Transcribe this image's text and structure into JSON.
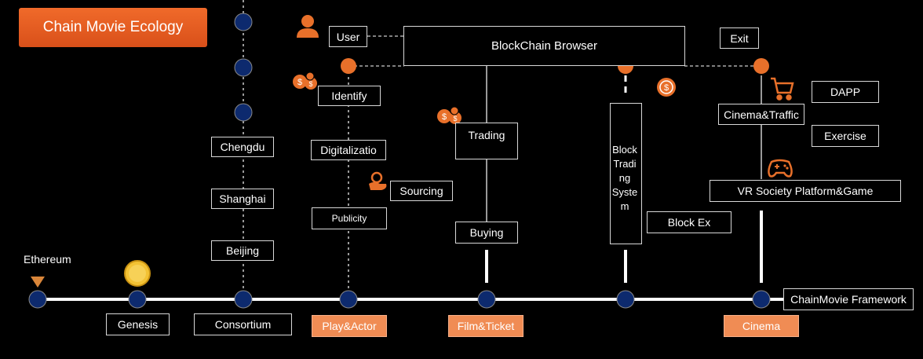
{
  "title": "Chain Movie Ecology",
  "colors": {
    "accent": "#f08c54",
    "node_fill": "#0d2a6e",
    "orange_node": "#e8702a",
    "coin": "#f3c234"
  },
  "timeline": {
    "left_label": "Ethereum",
    "right_label": "ChainMovie Framework",
    "milestones": [
      "Genesis",
      "Consortium",
      "Play&Actor",
      "Film&Ticket",
      "Cinema"
    ]
  },
  "cities": [
    "Chengdu",
    "Shanghai",
    "Beijing"
  ],
  "top": {
    "user": "User",
    "browser": "BlockChain Browser",
    "exit": "Exit"
  },
  "play": [
    "Identify",
    "Digitalizatio",
    "Sourcing",
    "Publicity"
  ],
  "film": [
    "Trading",
    "Buying"
  ],
  "block_trading": [
    "Block",
    "Tradi",
    "ng",
    "Syste",
    "m"
  ],
  "block_ex": "Block Ex",
  "cinema": [
    "Cinema&Traffic",
    "DAPP",
    "Exercise",
    "VR Society Platform&Game"
  ],
  "icons": [
    "user-icon",
    "coins-icon",
    "dollar-coin-icon",
    "network-icon",
    "cart-icon",
    "gamepad-icon",
    "hand-coin-icon"
  ]
}
